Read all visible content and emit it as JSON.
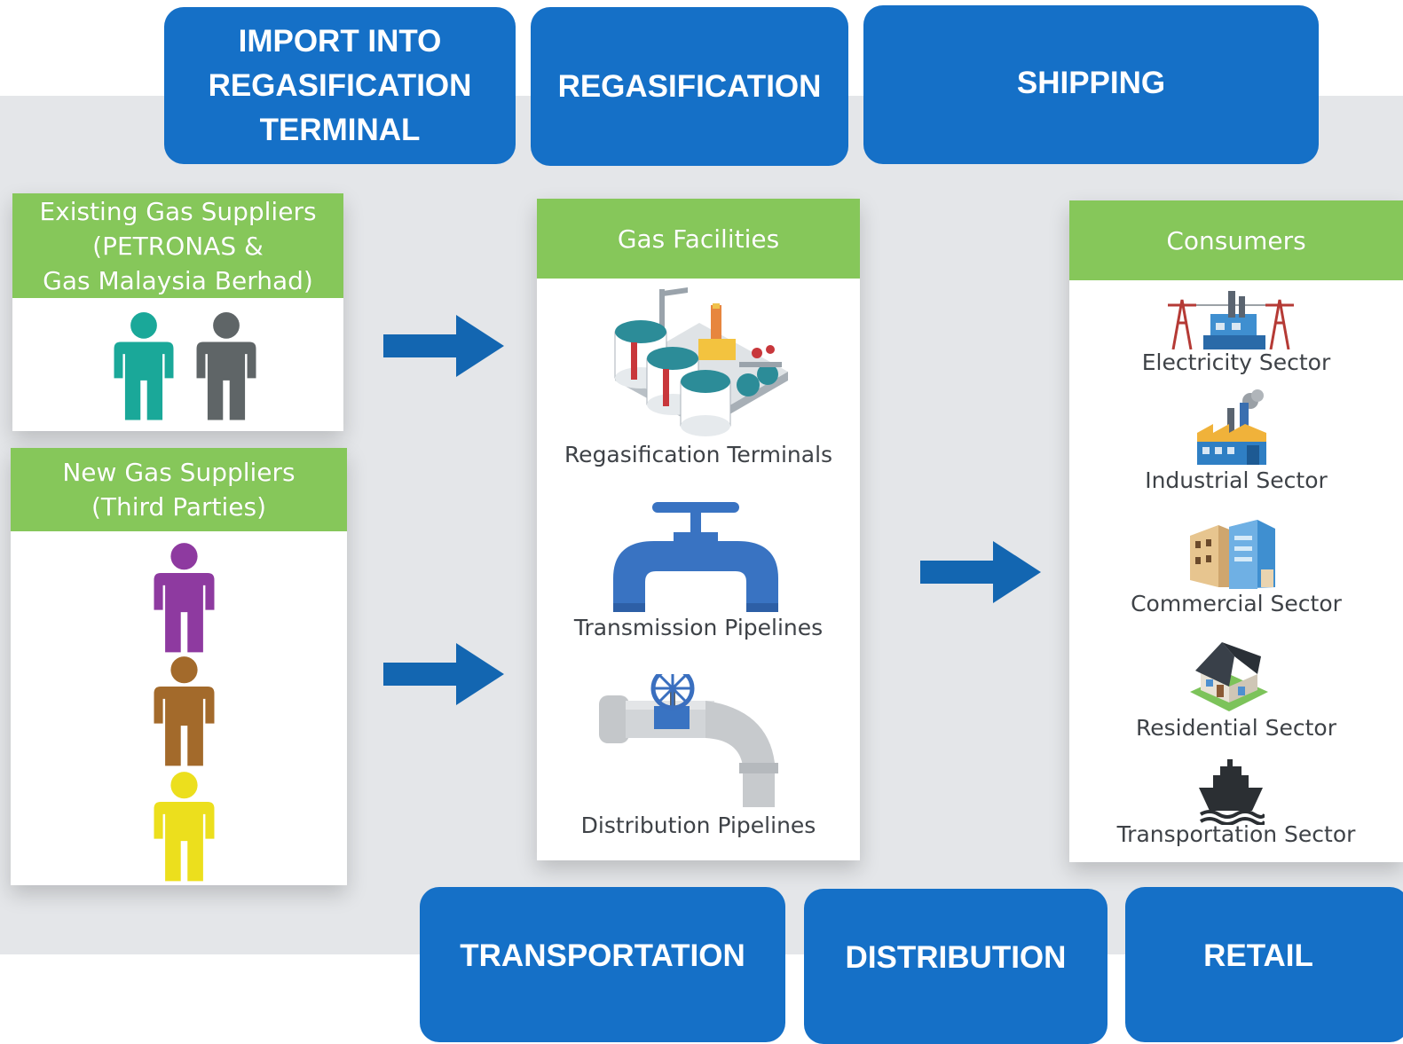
{
  "stages_top": [
    {
      "label": "IMPORT INTO REGASIFICATION TERMINAL"
    },
    {
      "label": "REGASIFICATION"
    },
    {
      "label": "SHIPPING"
    }
  ],
  "stages_bottom": [
    {
      "label": "TRANSPORTATION"
    },
    {
      "label": "DISTRIBUTION"
    },
    {
      "label": "RETAIL"
    }
  ],
  "existing_suppliers": {
    "title_lines": [
      "Existing Gas Suppliers",
      "(PETRONAS &",
      "Gas Malaysia Berhad)"
    ],
    "people_colors": [
      "#1aa899",
      "#5f6567"
    ]
  },
  "new_suppliers": {
    "title_lines": [
      "New Gas Suppliers",
      "(Third Parties)"
    ],
    "people_colors": [
      "#8e3aa0",
      "#a36a2b",
      "#ecdf1d"
    ]
  },
  "facilities": {
    "title": "Gas Facilities",
    "items": [
      {
        "label": "Regasification Terminals",
        "icon": "regasification-terminal-icon"
      },
      {
        "label": "Transmission Pipelines",
        "icon": "transmission-pipeline-icon"
      },
      {
        "label": "Distribution Pipelines",
        "icon": "distribution-pipeline-icon"
      }
    ]
  },
  "consumers": {
    "title": "Consumers",
    "items": [
      {
        "label": "Electricity Sector",
        "icon": "power-plant-icon"
      },
      {
        "label": "Industrial Sector",
        "icon": "factory-icon"
      },
      {
        "label": "Commercial Sector",
        "icon": "commercial-building-icon"
      },
      {
        "label": "Residential Sector",
        "icon": "house-icon"
      },
      {
        "label": "Transportation Sector",
        "icon": "ship-icon"
      }
    ]
  },
  "colors": {
    "stage_blue": "#1570c7",
    "header_green": "#86c75a",
    "arrow_blue": "#1366b1",
    "panel_gray": "#e4e6e9"
  }
}
